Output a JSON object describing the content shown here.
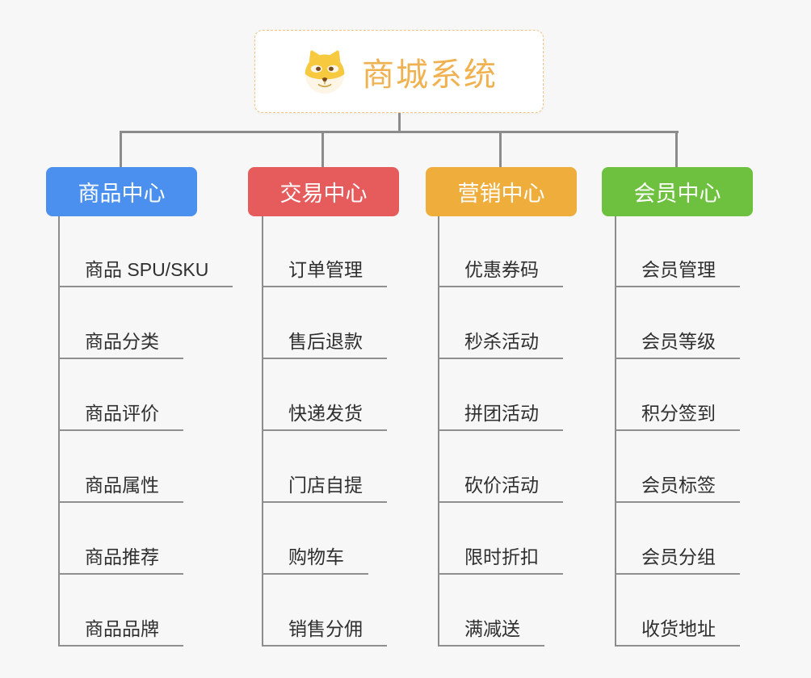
{
  "root": {
    "title": "商城系统",
    "icon": "doge-icon",
    "title_color": "#f0b150",
    "border_color": "#f2c27e",
    "background": "#ffffff"
  },
  "colors": {
    "background": "#f7f7f7",
    "connector": "#8c8c8c",
    "leaf_underline": "#8f8f8f",
    "item_text": "#2f2f2f"
  },
  "branches": [
    {
      "label": "商品中心",
      "color": "#4b90ee",
      "items": [
        "商品 SPU/SKU",
        "商品分类",
        "商品评价",
        "商品属性",
        "商品推荐",
        "商品品牌"
      ]
    },
    {
      "label": "交易中心",
      "color": "#e65c5c",
      "items": [
        "订单管理",
        "售后退款",
        "快递发货",
        "门店自提",
        "购物车",
        "销售分佣"
      ]
    },
    {
      "label": "营销中心",
      "color": "#efae3c",
      "items": [
        "优惠券码",
        "秒杀活动",
        "拼团活动",
        "砍价活动",
        "限时折扣",
        "满减送"
      ]
    },
    {
      "label": "会员中心",
      "color": "#6ec13e",
      "items": [
        "会员管理",
        "会员等级",
        "积分签到",
        "会员标签",
        "会员分组",
        "收货地址"
      ]
    }
  ]
}
